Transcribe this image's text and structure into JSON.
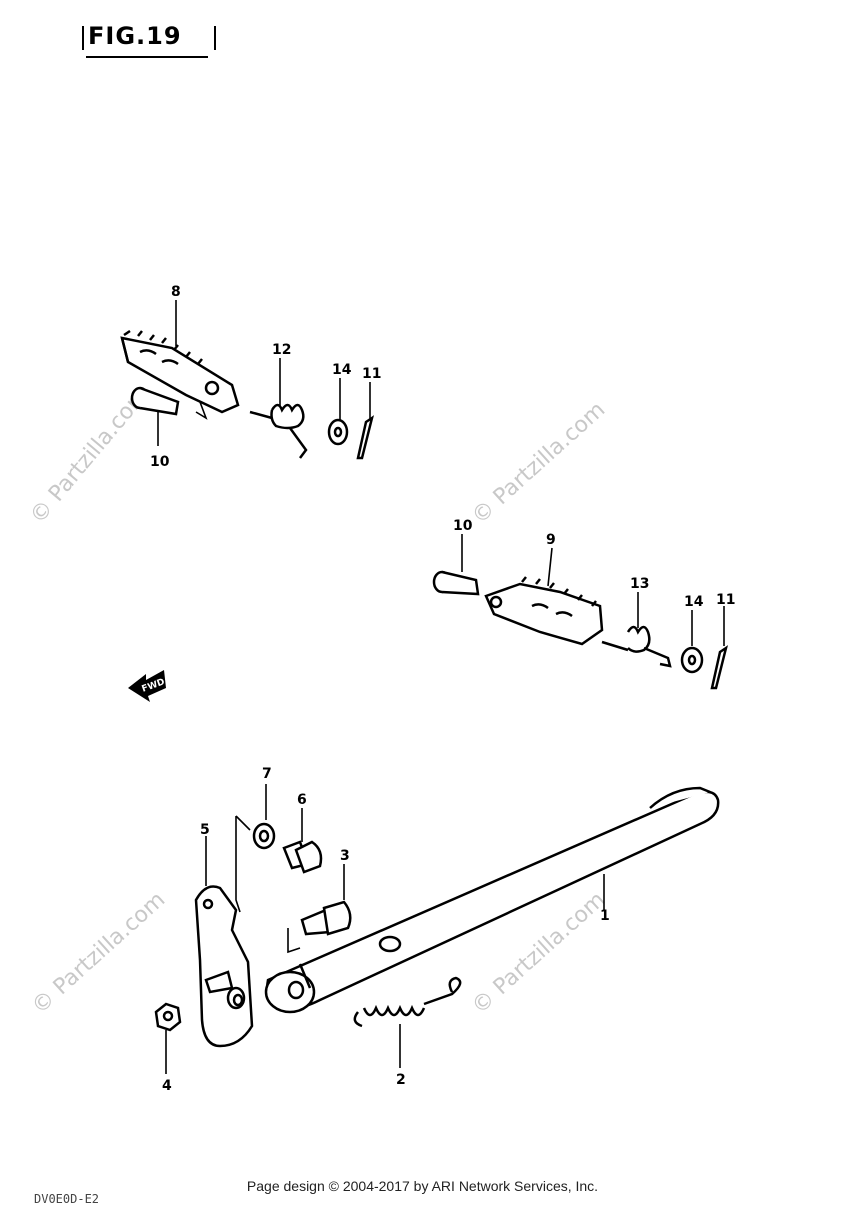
{
  "figure": {
    "title": "FIG.19"
  },
  "watermark": "© Partzilla.com",
  "direction_label": "FWD",
  "callouts": {
    "c1": "1",
    "c2": "2",
    "c3": "3",
    "c4": "4",
    "c5": "5",
    "c6": "6",
    "c7": "7",
    "c8": "8",
    "c9": "9",
    "c10a": "10",
    "c10b": "10",
    "c11a": "11",
    "c11b": "11",
    "c12": "12",
    "c13": "13",
    "c14a": "14",
    "c14b": "14"
  },
  "footer": {
    "text": "Page design © 2004-2017 by ARI Network Services, Inc.",
    "code": "DV0E0D-E2"
  },
  "colors": {
    "ink": "#000000",
    "watermark": "#c8c8c8",
    "background": "#ffffff"
  }
}
